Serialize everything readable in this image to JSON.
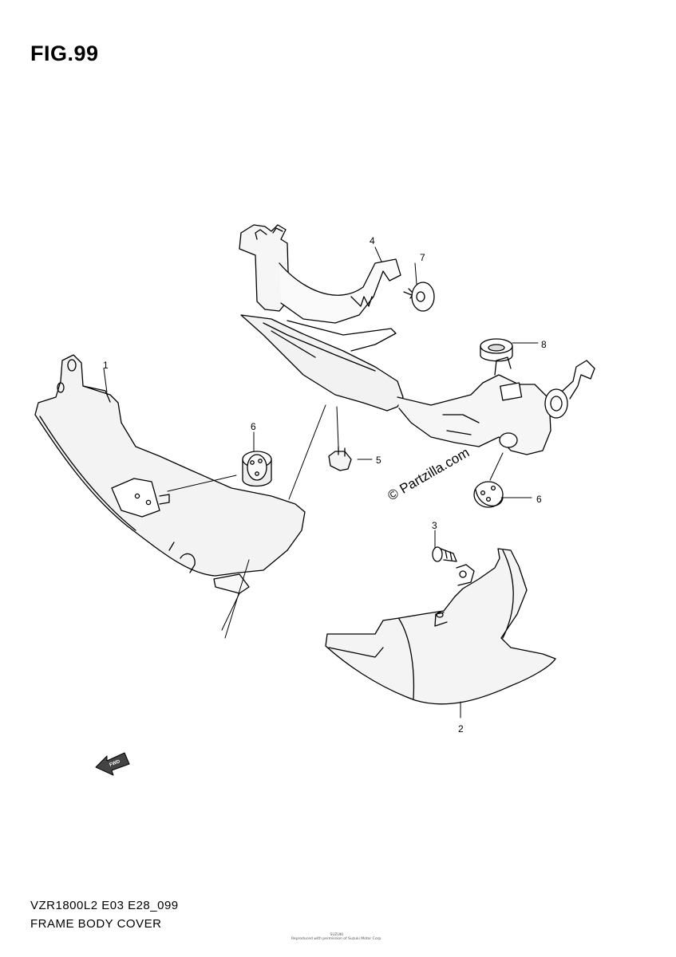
{
  "figure": {
    "title": "FIG.99",
    "model_code": "VZR1800L2 E03 E28_099",
    "section_name": "FRAME BODY COVER",
    "fine_print_1": "SUZUKI",
    "fine_print_2": "Reproduced with permission of Suzuki Motor Corp."
  },
  "watermark": "© Partzilla.com",
  "direction_indicator": {
    "label": "FWD",
    "icon": "forward-arrow-icon"
  },
  "callouts": [
    {
      "number": "1",
      "part": "frame-body-cover-left"
    },
    {
      "number": "2",
      "part": "frame-body-cover-lower"
    },
    {
      "number": "3",
      "part": "screw"
    },
    {
      "number": "4",
      "part": "frame-body-cover-upper"
    },
    {
      "number": "5",
      "part": "clip"
    },
    {
      "number": "6",
      "part": "cushion-left"
    },
    {
      "number": "6",
      "part": "cushion-right"
    },
    {
      "number": "7",
      "part": "fastener"
    },
    {
      "number": "8",
      "part": "cushion-upper"
    }
  ],
  "colors": {
    "line": "#000000",
    "background": "#ffffff",
    "shade": "#f4f4f4"
  }
}
